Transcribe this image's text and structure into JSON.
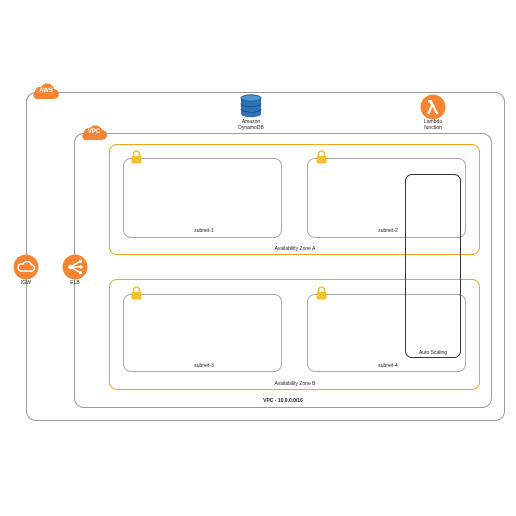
{
  "aws": {
    "label": "AWS"
  },
  "vpc": {
    "label": "VPC",
    "cidr_label": "VPC - 10.0.0.0/16"
  },
  "availability_zones": [
    {
      "label": "Availability Zone A"
    },
    {
      "label": "Availability Zone B"
    }
  ],
  "subnets": [
    {
      "label": "subnet-1"
    },
    {
      "label": "subnet-2"
    },
    {
      "label": "subnet-3"
    },
    {
      "label": "subnet-4"
    }
  ],
  "auto_scaling": {
    "label": "Auto Scaling"
  },
  "dynamodb": {
    "line1": "Amazon",
    "line2": "DynamoDB",
    "icon": "dynamodb-icon",
    "color": "#2e73b8"
  },
  "lambda": {
    "line1": "Lambda",
    "line2": "function",
    "icon": "lambda-icon",
    "color": "#f58534"
  },
  "igw": {
    "label": "IGW",
    "icon": "cloud-icon",
    "color": "#f58534"
  },
  "elb": {
    "label": "ELB",
    "icon": "load-balancer-icon",
    "color": "#f58534"
  },
  "colors": {
    "accent": "#f58534",
    "zone_border": "#f7a21b",
    "lock": "#f2c12e",
    "border": "#9a9a9a"
  }
}
